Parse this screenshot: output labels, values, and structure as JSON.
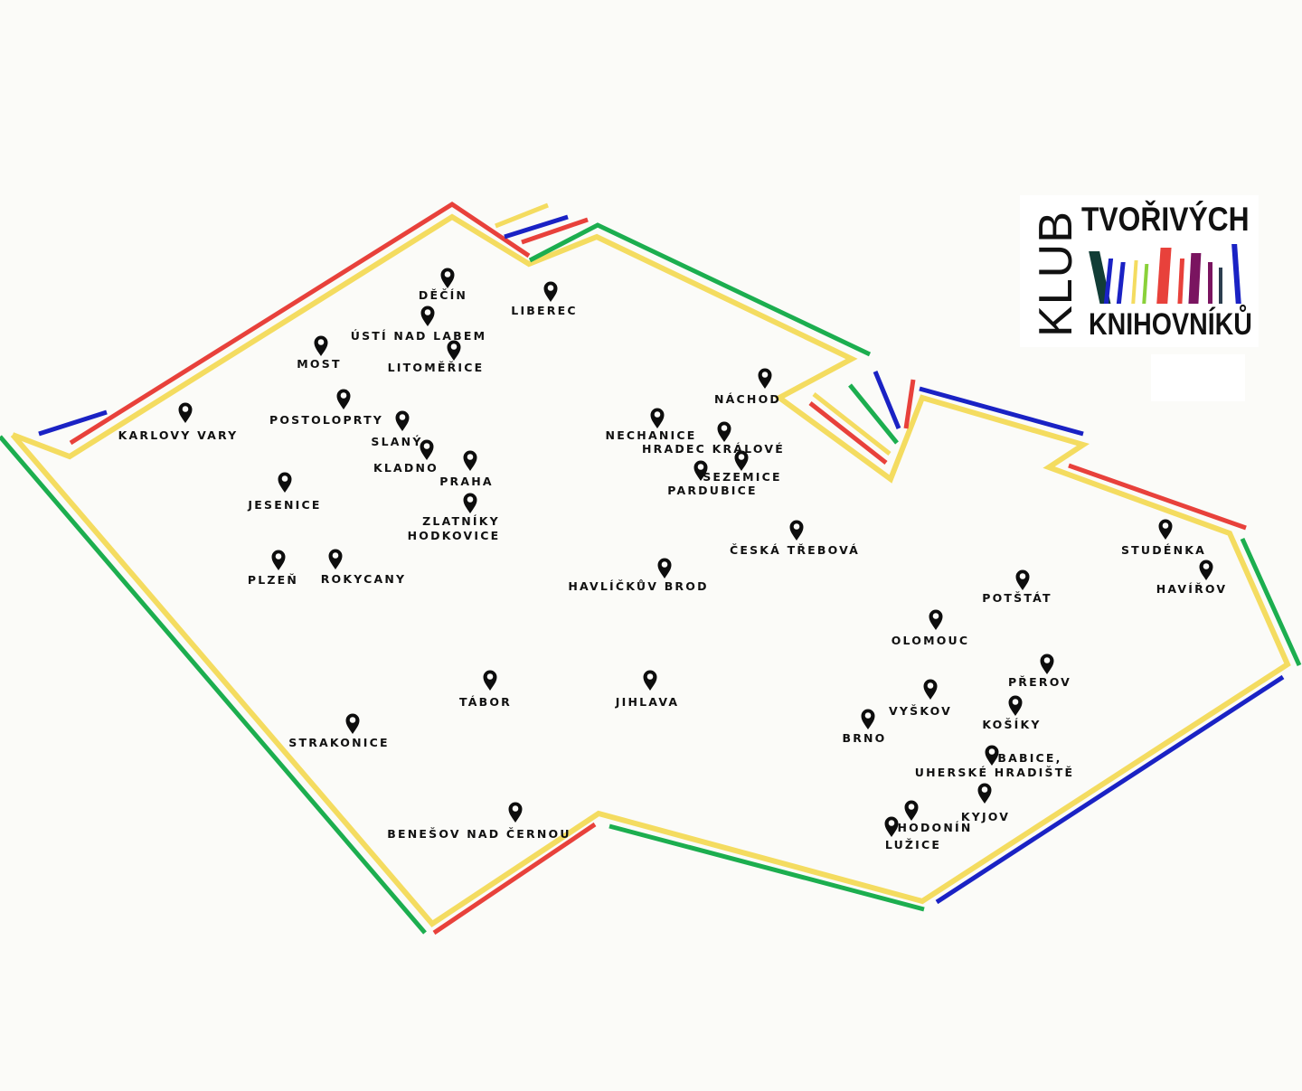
{
  "colors": {
    "background": "#fbfbf8",
    "yellow": "#f4dc60",
    "red": "#e8413b",
    "green": "#1cae4f",
    "blue": "#1a22c4",
    "pin": "#0d0d0d",
    "book_colors": [
      "#123d36",
      "#1a22c4",
      "#1a22c4",
      "#f4dc60",
      "#8ad13a",
      "#e8413b",
      "#e8413b",
      "#7a1460",
      "#7a1460",
      "#2c3e4f",
      "#1a22c4"
    ]
  },
  "logo": {
    "vertical_word": "KLUB",
    "top_word": "TVOŘIVÝCH",
    "bottom_word": "KNIHOVNÍKŮ",
    "icon": "books-icon"
  },
  "cities": [
    {
      "id": "decin",
      "name": "DĚČÍN"
    },
    {
      "id": "liberec",
      "name": "LIBEREC"
    },
    {
      "id": "usti-nad-labem",
      "name": "ÚSTÍ NAD LABEM"
    },
    {
      "id": "most",
      "name": "MOST"
    },
    {
      "id": "litomerice",
      "name": "LITOMĚŘICE"
    },
    {
      "id": "karlovy-vary",
      "name": "KARLOVY VARY"
    },
    {
      "id": "postoloprty",
      "name": "POSTOLOPRTY"
    },
    {
      "id": "slany",
      "name": "SLANÝ"
    },
    {
      "id": "kladno",
      "name": "KLADNO"
    },
    {
      "id": "praha",
      "name": "PRAHA"
    },
    {
      "id": "jesenice",
      "name": "JESENICE"
    },
    {
      "id": "zlatniky-hodkovice",
      "name": "ZLATNÍKY",
      "name2": "HODKOVICE"
    },
    {
      "id": "plzen",
      "name": "PLZEŇ"
    },
    {
      "id": "rokycany",
      "name": "ROKYCANY"
    },
    {
      "id": "nachod",
      "name": "NÁCHOD"
    },
    {
      "id": "nechanice",
      "name": "NECHANICE"
    },
    {
      "id": "hradec-kralove",
      "name": "HRADEC KRÁLOVÉ"
    },
    {
      "id": "sezemice",
      "name": "SEZEMICE"
    },
    {
      "id": "pardubice",
      "name": "PARDUBICE"
    },
    {
      "id": "ceska-trebova",
      "name": "ČESKÁ TŘEBOVÁ"
    },
    {
      "id": "havlickuv-brod",
      "name": "HAVLÍČKŮV BROD"
    },
    {
      "id": "studenka",
      "name": "STUDÉNKA"
    },
    {
      "id": "havirov",
      "name": "HAVÍŘOV"
    },
    {
      "id": "potstat",
      "name": "POTŠTÁT"
    },
    {
      "id": "olomouc",
      "name": "OLOMOUC"
    },
    {
      "id": "prerov",
      "name": "PŘEROV"
    },
    {
      "id": "tabor",
      "name": "TÁBOR"
    },
    {
      "id": "jihlava",
      "name": "JIHLAVA"
    },
    {
      "id": "vyskov",
      "name": "VYŠKOV"
    },
    {
      "id": "kosiky",
      "name": "KOŠÍKY"
    },
    {
      "id": "brno",
      "name": "BRNO"
    },
    {
      "id": "strakonice",
      "name": "STRAKONICE"
    },
    {
      "id": "babice",
      "name": "BABICE,"
    },
    {
      "id": "uherske-hradiste",
      "name": "UHERSKÉ HRADIŠTĚ"
    },
    {
      "id": "kyjov",
      "name": "KYJOV"
    },
    {
      "id": "hodonin",
      "name": "HODONÍN"
    },
    {
      "id": "luzice",
      "name": "LUŽICE"
    },
    {
      "id": "benesov-nad-cernou",
      "name": "BENEŠOV NAD ČERNOU"
    }
  ]
}
